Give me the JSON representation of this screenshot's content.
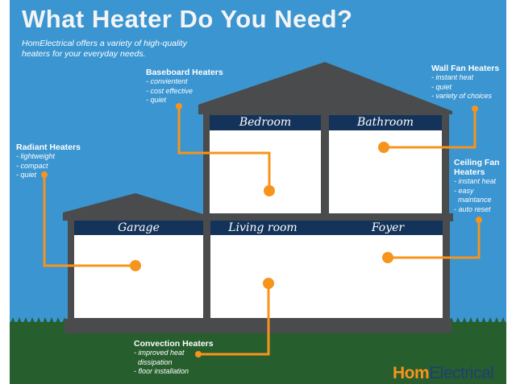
{
  "title": "What Heater Do You Need?",
  "subtitle": "HomElectrical offers a variety of high-quality heaters for your everyday needs.",
  "colors": {
    "sky": "#3a95d1",
    "ground": "#275e2e",
    "house": "#4a4b4c",
    "room_header": "#14335a",
    "accent": "#f7941d",
    "logo_blue": "#1d3f73"
  },
  "rooms": {
    "bedroom": "Bedroom",
    "bathroom": "Bathroom",
    "garage": "Garage",
    "living_room": "Living room",
    "foyer": "Foyer"
  },
  "heaters": {
    "baseboard": {
      "title": "Baseboard Heaters",
      "items": [
        "- convientent",
        "- cost effective",
        "- quiet"
      ]
    },
    "radiant": {
      "title": "Radiant Heaters",
      "items": [
        "- lightweight",
        "- compact",
        "- quiet"
      ]
    },
    "wall_fan": {
      "title": "Wall Fan Heaters",
      "items": [
        "- instant heat",
        "- quiet",
        "- variety of choices"
      ]
    },
    "ceiling_fan": {
      "title": "Ceiling Fan Heaters",
      "title_lines": [
        "Ceiling Fan",
        "Heaters"
      ],
      "items": [
        "- instant heat",
        "- easy",
        "  maintance",
        "- auto reset"
      ]
    },
    "convection": {
      "title": "Convection Heaters",
      "items": [
        "- improved heat",
        "  dissipation",
        "- floor installation"
      ]
    }
  },
  "logo": {
    "text": "HomElectrical",
    "part1": "Hom",
    "part2": "Electrical"
  }
}
